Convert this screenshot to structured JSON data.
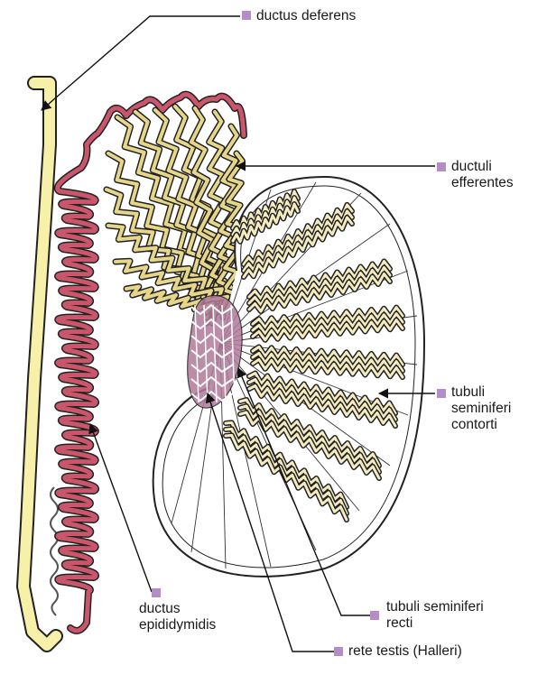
{
  "labels": {
    "ductus_deferens": "ductus deferens",
    "ductuli_efferentes": [
      "ductuli",
      "efferentes"
    ],
    "tubuli_contorti": [
      "tubuli",
      "seminiferi",
      "contorti"
    ],
    "ductus_epididymidis": [
      "ductus",
      "epididymidis"
    ],
    "tubuli_recti": [
      "tubuli seminiferi",
      "recti"
    ],
    "rete_testis": "rete testis (Halleri)"
  },
  "colors": {
    "marker": "#b48cc8",
    "ductus_deferens_fill": "#f6f0a8",
    "epididymis_duct": "#c9566a",
    "efferent_ducts": "#e6d68a",
    "rete": "#b07a9a",
    "outline": "#222222"
  }
}
